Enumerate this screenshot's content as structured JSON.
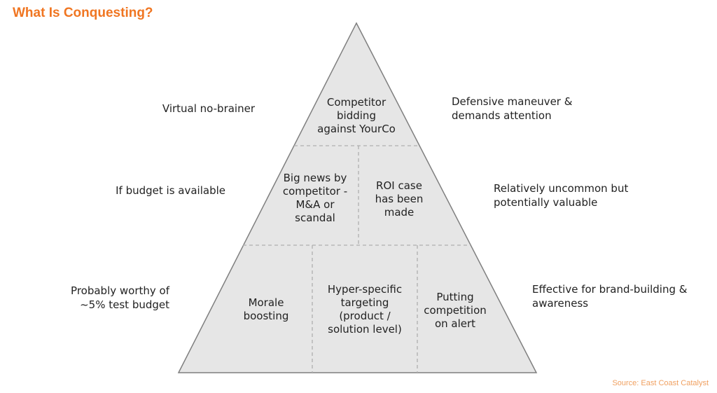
{
  "title": "What Is Conquesting?",
  "colors": {
    "title": "#f07622",
    "pyramid_fill": "#e6e6e6",
    "pyramid_stroke": "#7f7f7f",
    "divider": "#b0b0b0",
    "source": "#f0a060"
  },
  "pyramid": {
    "tier1": {
      "cell": "Competitor bidding against YourCo"
    },
    "tier2": {
      "cells": [
        "Big news by competitor - M&A or scandal",
        "ROI case has been made"
      ]
    },
    "tier3": {
      "cells": [
        "Morale boosting",
        "Hyper-specific targeting (product / solution level)",
        "Putting competition on alert"
      ]
    }
  },
  "left_labels": [
    "Virtual no-brainer",
    "If budget is available",
    "Probably worthy of ~5% test budget"
  ],
  "right_labels": [
    "Defensive maneuver & demands attention",
    "Relatively uncommon but potentially valuable",
    "Effective for brand-building & awareness"
  ],
  "source": "Source: East Coast Catalyst"
}
